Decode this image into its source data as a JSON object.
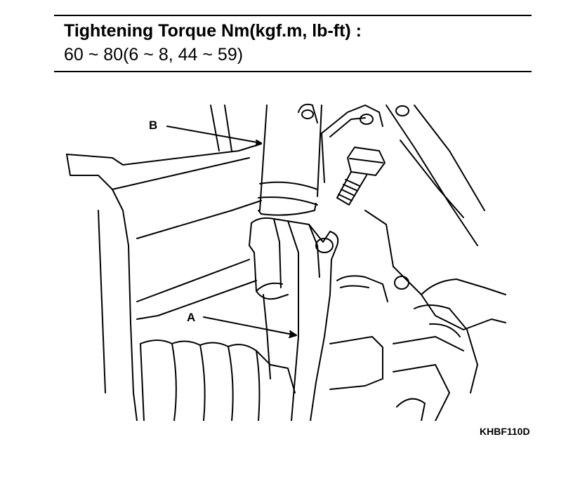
{
  "spec": {
    "title": "Tightening Torque Nm(kgf.m, lb-ft) :",
    "value": "60 ~ 80(6 ~ 8, 44 ~ 59)"
  },
  "callouts": {
    "a": "A",
    "b": "B"
  },
  "figure_code": "KHBF110D"
}
